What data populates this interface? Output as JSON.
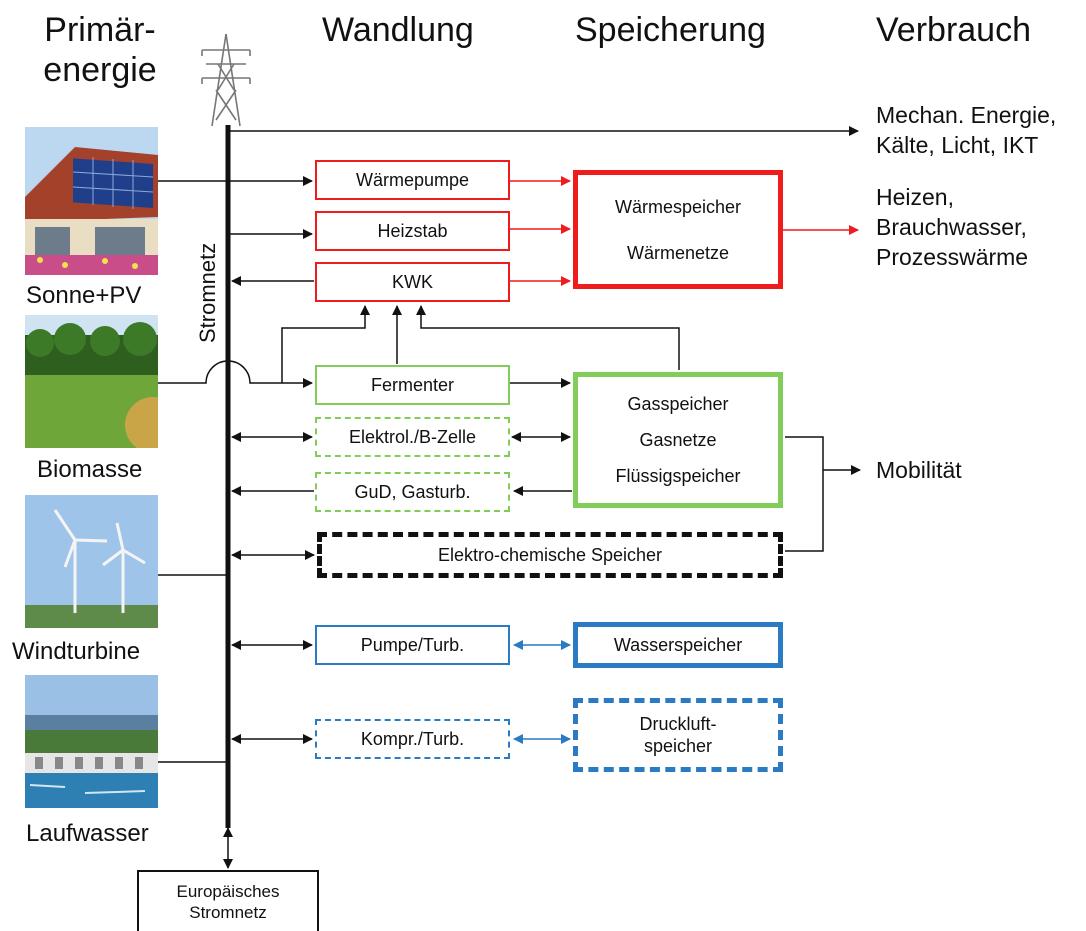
{
  "headers": {
    "primary": [
      "Primär-",
      "energie"
    ],
    "conversion": "Wandlung",
    "storage": "Speicherung",
    "consumption": "Verbrauch"
  },
  "sources": {
    "solar": "Sonne+PV",
    "biomass": "Biomasse",
    "wind": "Windturbine",
    "hydro": "Laufwasser"
  },
  "grid": {
    "label": "Stromnetz",
    "european": [
      "Europäisches",
      "Stromnetz"
    ]
  },
  "conversion": {
    "heat_pump": "Wärmepumpe",
    "heating_rod": "Heizstab",
    "chp": "KWK",
    "fermenter": "Fermenter",
    "electrolysis": "Elektrol./B-Zelle",
    "gas_turbine": "GuD, Gasturb.",
    "electrochemical": "Elektro-chemische Speicher",
    "pump_turbine": "Pumpe/Turb.",
    "compressor_turbine": "Kompr./Turb."
  },
  "storage": {
    "heat": [
      "Wärmespeicher",
      "Wärmenetze"
    ],
    "gas": [
      "Gasspeicher",
      "Gasnetze",
      "Flüssigspeicher"
    ],
    "water": "Wasserspeicher",
    "compressed_air": [
      "Druckluft-",
      "speicher"
    ]
  },
  "consumption": {
    "mechanical": [
      "Mechan. Energie,",
      "Kälte, Licht, IKT"
    ],
    "heating": [
      "Heizen,",
      "Brauchwasser,",
      "Prozesswärme"
    ],
    "mobility": "Mobilität"
  },
  "colors": {
    "heat": "#ee1c1c",
    "gas": "#82cc5a",
    "water": "#2a7ac4",
    "electric": "#111111"
  }
}
